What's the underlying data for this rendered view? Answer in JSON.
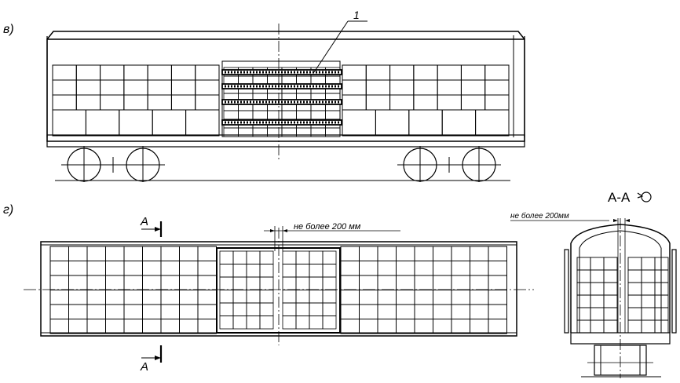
{
  "labels": {
    "view_b": "в)",
    "view_g": "г)",
    "callout": "1",
    "gap_note_top": "не более 200 мм",
    "gap_note_section": "не более 200мм",
    "section_mark": "А",
    "section_title": "А-А"
  },
  "icons": {
    "section_suffix": "rotated-view-symbol"
  },
  "colors": {
    "line": "#000000",
    "background": "#ffffff"
  }
}
